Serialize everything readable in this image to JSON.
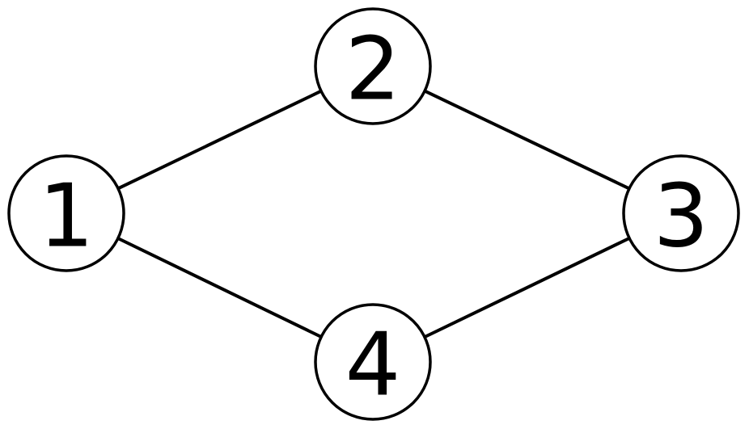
{
  "nodes": [
    {
      "id": "1",
      "label": "1"
    },
    {
      "id": "2",
      "label": "2"
    },
    {
      "id": "3",
      "label": "3"
    },
    {
      "id": "4",
      "label": "4"
    }
  ],
  "edges": [
    [
      "1",
      "2"
    ],
    [
      "2",
      "3"
    ],
    [
      "3",
      "4"
    ],
    [
      "1",
      "4"
    ]
  ]
}
